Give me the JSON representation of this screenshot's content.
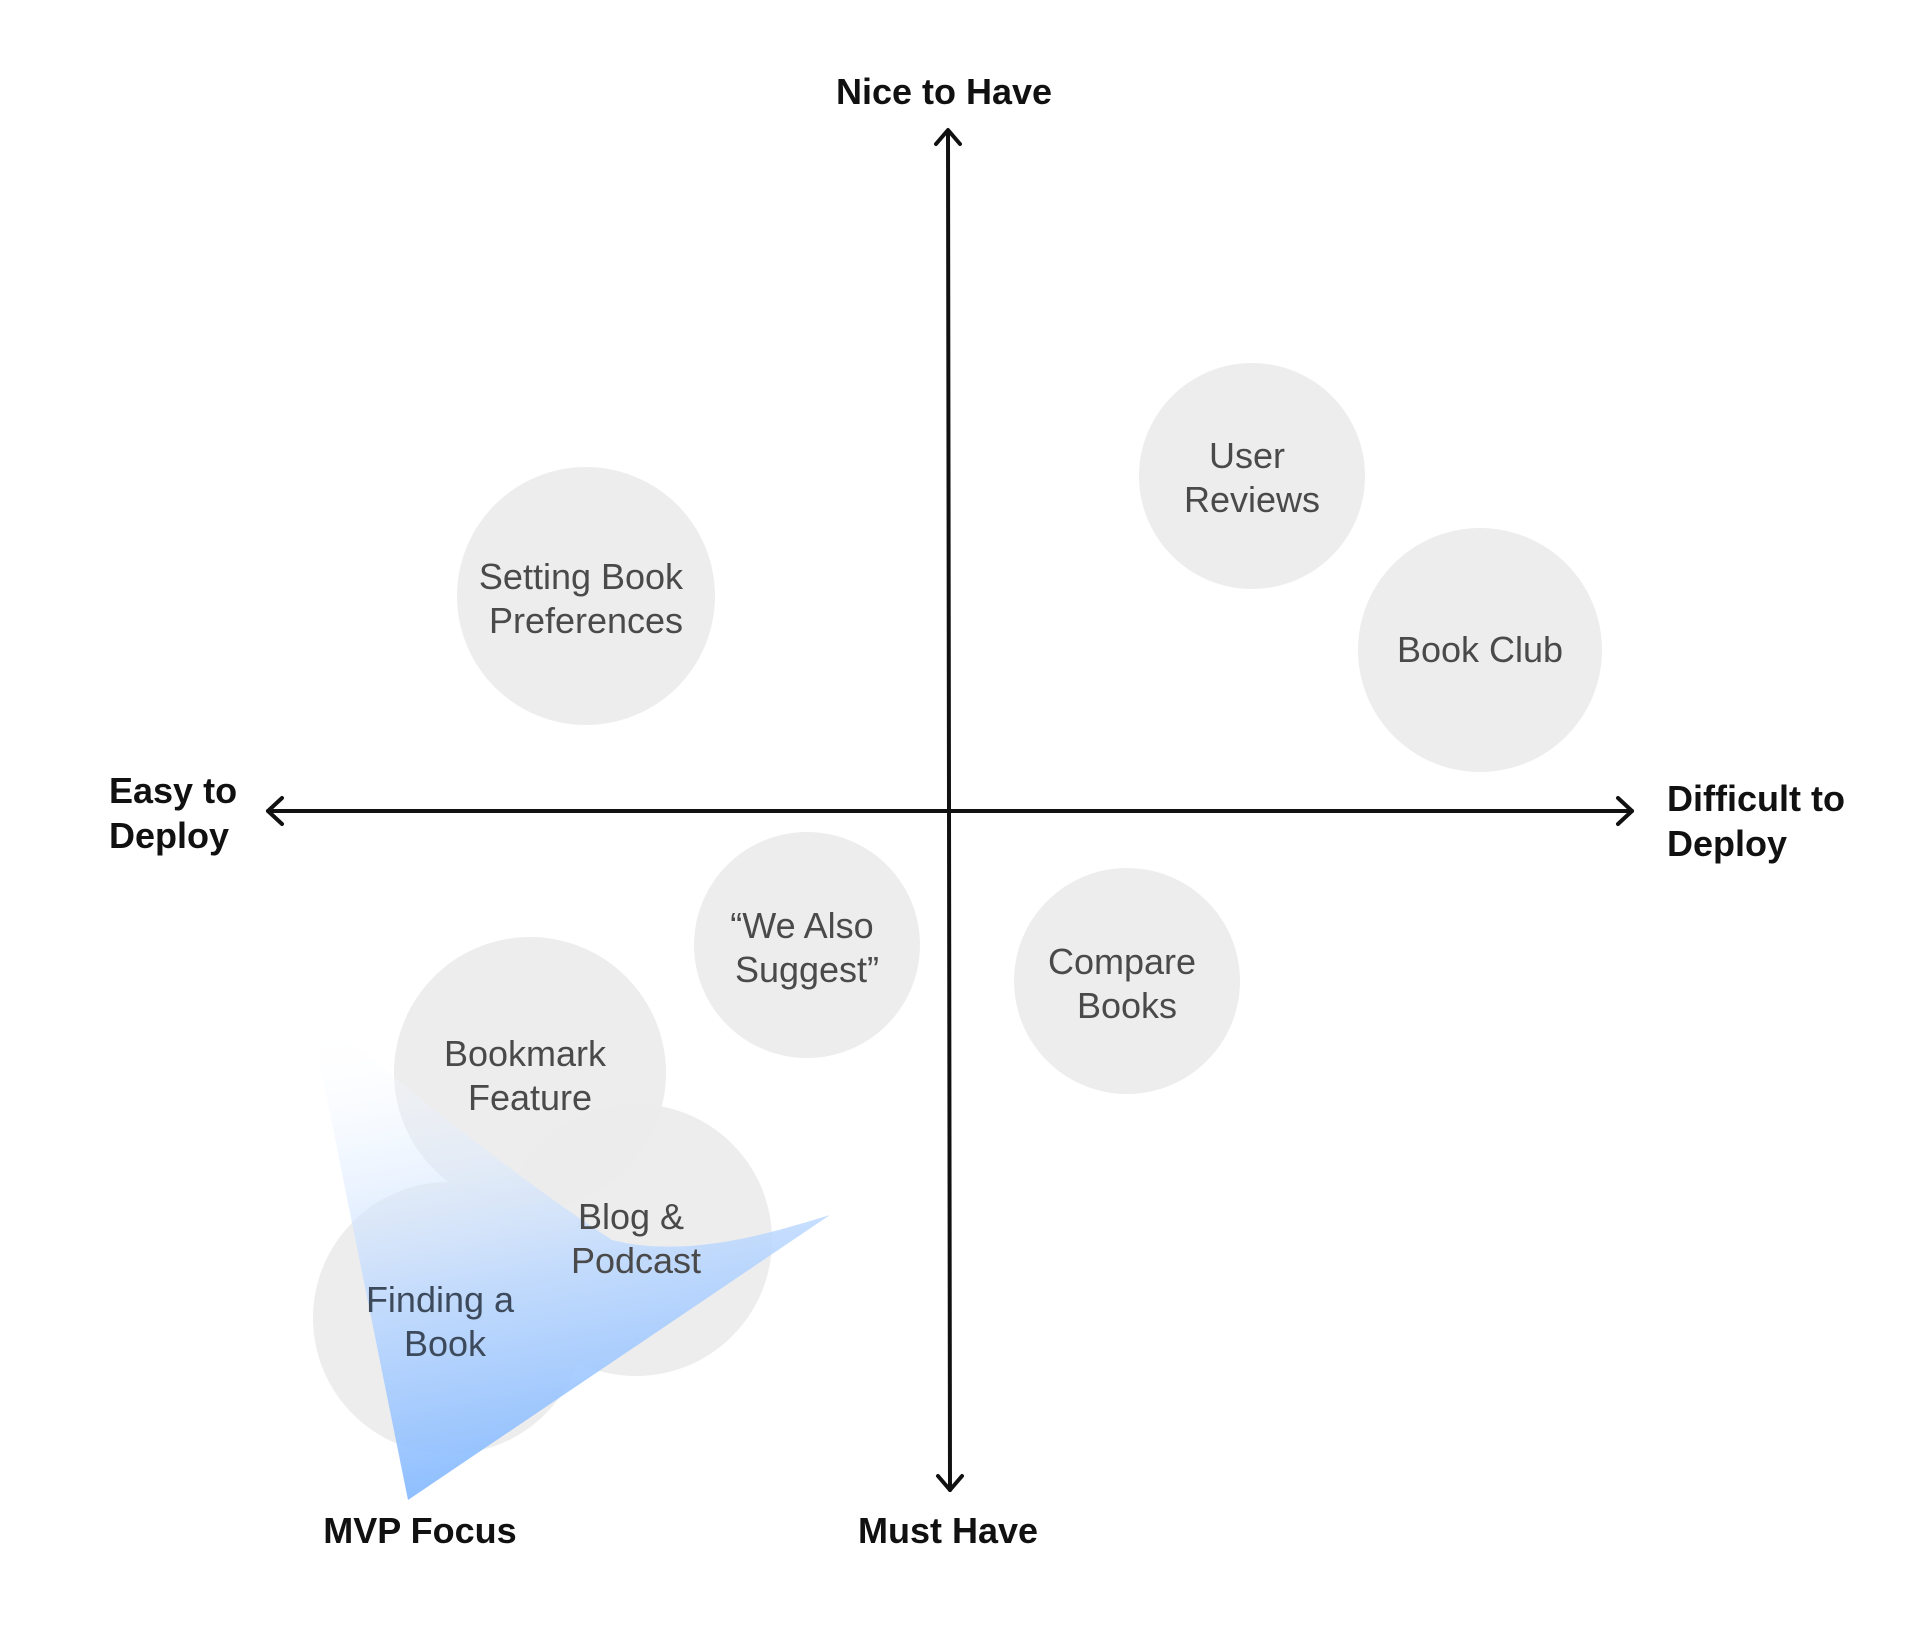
{
  "axes": {
    "top": "Nice to Have",
    "bottom": "Must Have",
    "left": [
      "Easy to",
      "Deploy"
    ],
    "right": [
      "Difficult to",
      "Deploy"
    ]
  },
  "focus": {
    "label": "MVP Focus",
    "color_start": "#ffffff",
    "color_end": "#7fb6ff"
  },
  "bubble_color": "#ececec",
  "items": [
    {
      "id": "user-reviews",
      "lines": [
        "User",
        "Reviews"
      ]
    },
    {
      "id": "book-club",
      "lines": [
        "Book Club"
      ]
    },
    {
      "id": "setting-book-preferences",
      "lines": [
        "Setting Book",
        "Preferences"
      ]
    },
    {
      "id": "we-also-suggest",
      "lines": [
        "“We Also",
        "Suggest”"
      ]
    },
    {
      "id": "compare-books",
      "lines": [
        "Compare",
        "Books"
      ]
    },
    {
      "id": "bookmark-feature",
      "lines": [
        "Bookmark",
        "Feature"
      ]
    },
    {
      "id": "blog-and-podcast",
      "lines": [
        "Blog &",
        "Podcast"
      ]
    },
    {
      "id": "finding-a-book",
      "lines": [
        "Finding a",
        "Book"
      ]
    }
  ]
}
